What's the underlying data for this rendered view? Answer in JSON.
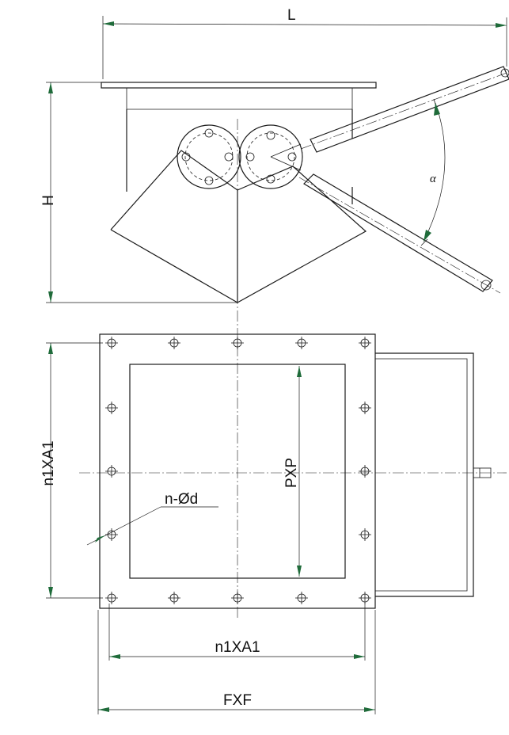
{
  "labels": {
    "length": "L",
    "height": "H",
    "angle": "α",
    "bolt_spacing_vertical": "n1XA1",
    "inner_opening": "PXP",
    "holes": "n-Ød",
    "bolt_spacing_horizontal": "n1XA1",
    "flange_size": "FXF"
  }
}
